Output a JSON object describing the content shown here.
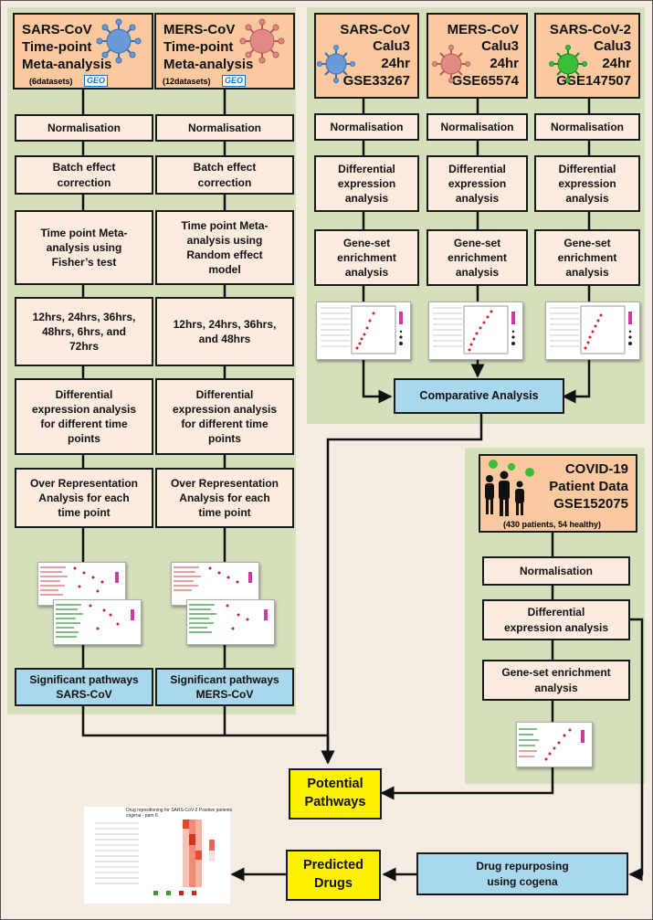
{
  "colors": {
    "panel": "#d4dfbc",
    "peach": "#fdebdf",
    "orange": "#fac9a0",
    "blue": "#a9d7ec",
    "yellow": "#fef200",
    "background": "#f4ece2"
  },
  "left_panel": {
    "sars": {
      "header": "SARS-CoV\nTime-point\nMeta-analysis",
      "sub": "(6datasets)",
      "logo": "GEO",
      "steps": [
        "Normalisation",
        "Batch  effect\ncorrection",
        "Time point Meta-\nanalysis using\nFisher’s test",
        "12hrs, 24hrs, 36hrs,\n48hrs, 6hrs, and\n72hrs",
        "Differential\nexpression analysis\nfor different time\npoints",
        "Over Representation\nAnalysis for each\ntime point"
      ],
      "result": "Significant pathways\nSARS-CoV"
    },
    "mers": {
      "header": "MERS-CoV\nTime-point\nMeta-analysis",
      "sub": "(12datasets)",
      "logo": "GEO",
      "steps": [
        "Normalisation",
        "Batch  effect\ncorrection",
        "Time point Meta-\nanalysis using\nRandom effect\nmodel",
        "12hrs, 24hrs, 36hrs,\nand 48hrs",
        "Differential\nexpression analysis\nfor different time\npoints",
        "Over Representation\nAnalysis for each\ntime point"
      ],
      "result": "Significant pathways\nMERS-CoV"
    }
  },
  "right_panel": {
    "columns": [
      {
        "header": "SARS-CoV\nCalu3\n24hr\nGSE33267"
      },
      {
        "header": "MERS-CoV\nCalu3\n24hr\nGSE65574"
      },
      {
        "header": "SARS-CoV-2\nCalu3\n24hr\nGSE147507"
      }
    ],
    "steps": [
      "Normalisation",
      "Differential\nexpression\nanalysis",
      "Gene-set\nenrichment\nanalysis"
    ],
    "comparative": "Comparative Analysis"
  },
  "patient_panel": {
    "header": "COVID-19\nPatient Data\nGSE152075",
    "sub": "(430 patients, 54 healthy)",
    "steps": [
      "Normalisation",
      "Differential\nexpression analysis",
      "Gene-set enrichment\nanalysis"
    ]
  },
  "outputs": {
    "potential": "Potential\nPathways",
    "predicted": "Predicted\nDrugs",
    "repurposing": "Drug repurposing\nusing cogena",
    "heatmap_title": "Drug repositioning for SARS-CoV-2 Positive patients\ncogena - pam 6"
  },
  "icons": [
    "virus-icon",
    "people-icon",
    "geo-logo",
    "enrichment-plot-thumbnail",
    "heatmap-thumbnail"
  ]
}
